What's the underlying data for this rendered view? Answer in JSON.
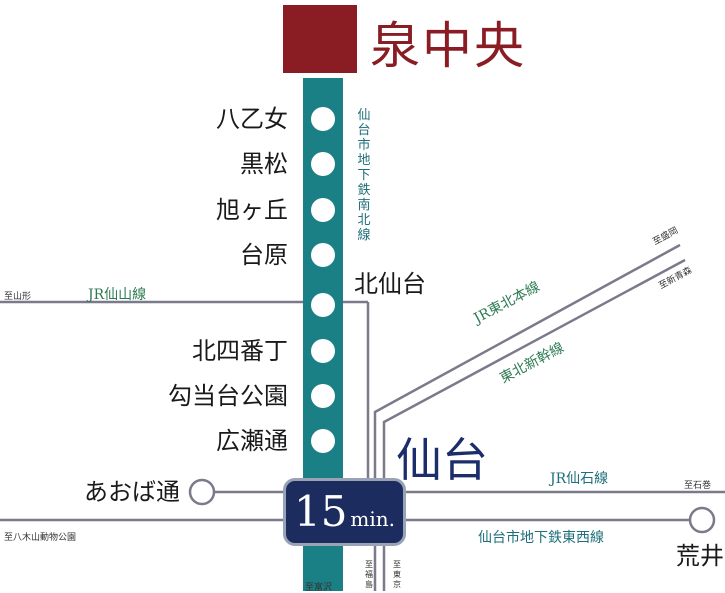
{
  "destination": {
    "name": "泉中央",
    "color": "#8a1c24"
  },
  "subway_line_namboku": {
    "name": "仙台市地下鉄南北線",
    "color": "#1b7f86"
  },
  "stations_namboku": [
    "八乙女",
    "黒松",
    "旭ヶ丘",
    "台原",
    "北仙台",
    "北四番丁",
    "勾当台公園",
    "広瀬通"
  ],
  "hub": {
    "name": "仙台",
    "color": "#1c2d6b"
  },
  "travel_time": {
    "value": "15",
    "unit": "min."
  },
  "jr_senzan": {
    "name": "JR仙山線",
    "direction": "至山形"
  },
  "jr_tohoku": {
    "name": "JR東北本線",
    "direction": "至盛岡"
  },
  "tohoku_shinkansen": {
    "name": "東北新幹線",
    "direction": "至新青森"
  },
  "jr_senseki": {
    "name": "JR仙石線",
    "direction": "至石巻"
  },
  "tozai_line": {
    "name": "仙台市地下鉄東西線",
    "west_direction": "至八木山動物公園"
  },
  "aoba_dori": {
    "name": "あおば通"
  },
  "arai": {
    "name": "荒井"
  },
  "south_directions": {
    "namboku": "至富沢",
    "fukushima": "至福島",
    "tokyo": "至東京"
  }
}
